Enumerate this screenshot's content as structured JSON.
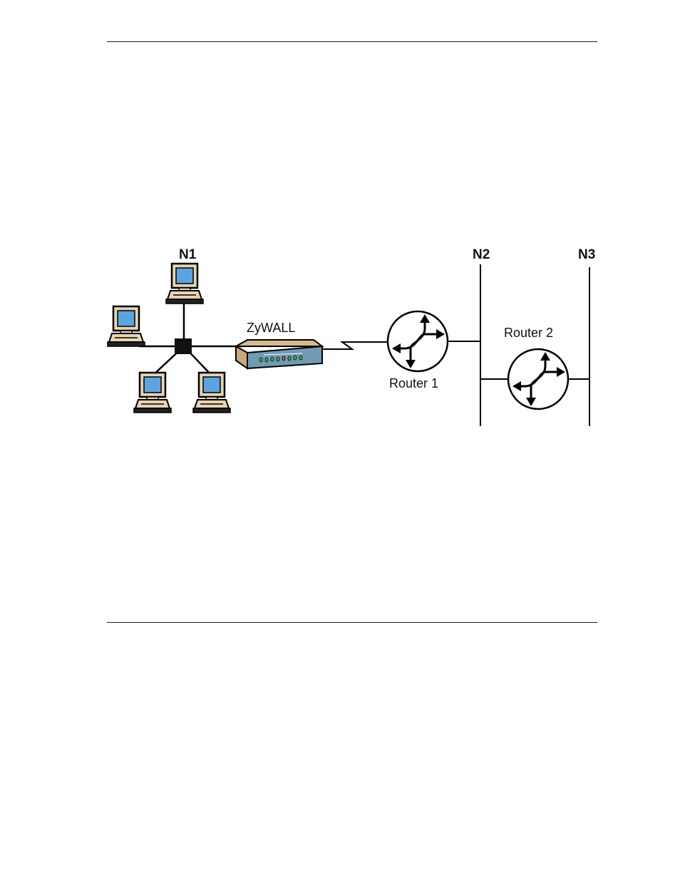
{
  "diagram": {
    "networks": {
      "n1": "N1",
      "n2": "N2",
      "n3": "N3"
    },
    "devices": {
      "zywall": "ZyWALL",
      "router1": "Router 1",
      "router2": "Router 2"
    },
    "colors": {
      "screen": "#5aa5e0",
      "computer_body": "#e8d4b0",
      "zywall_top": "#d9b98c",
      "zywall_front": "#6f9bb5",
      "line": "#000000"
    },
    "icons": [
      "computer-icon",
      "hub-icon",
      "zywall-device-icon",
      "router-icon"
    ]
  }
}
